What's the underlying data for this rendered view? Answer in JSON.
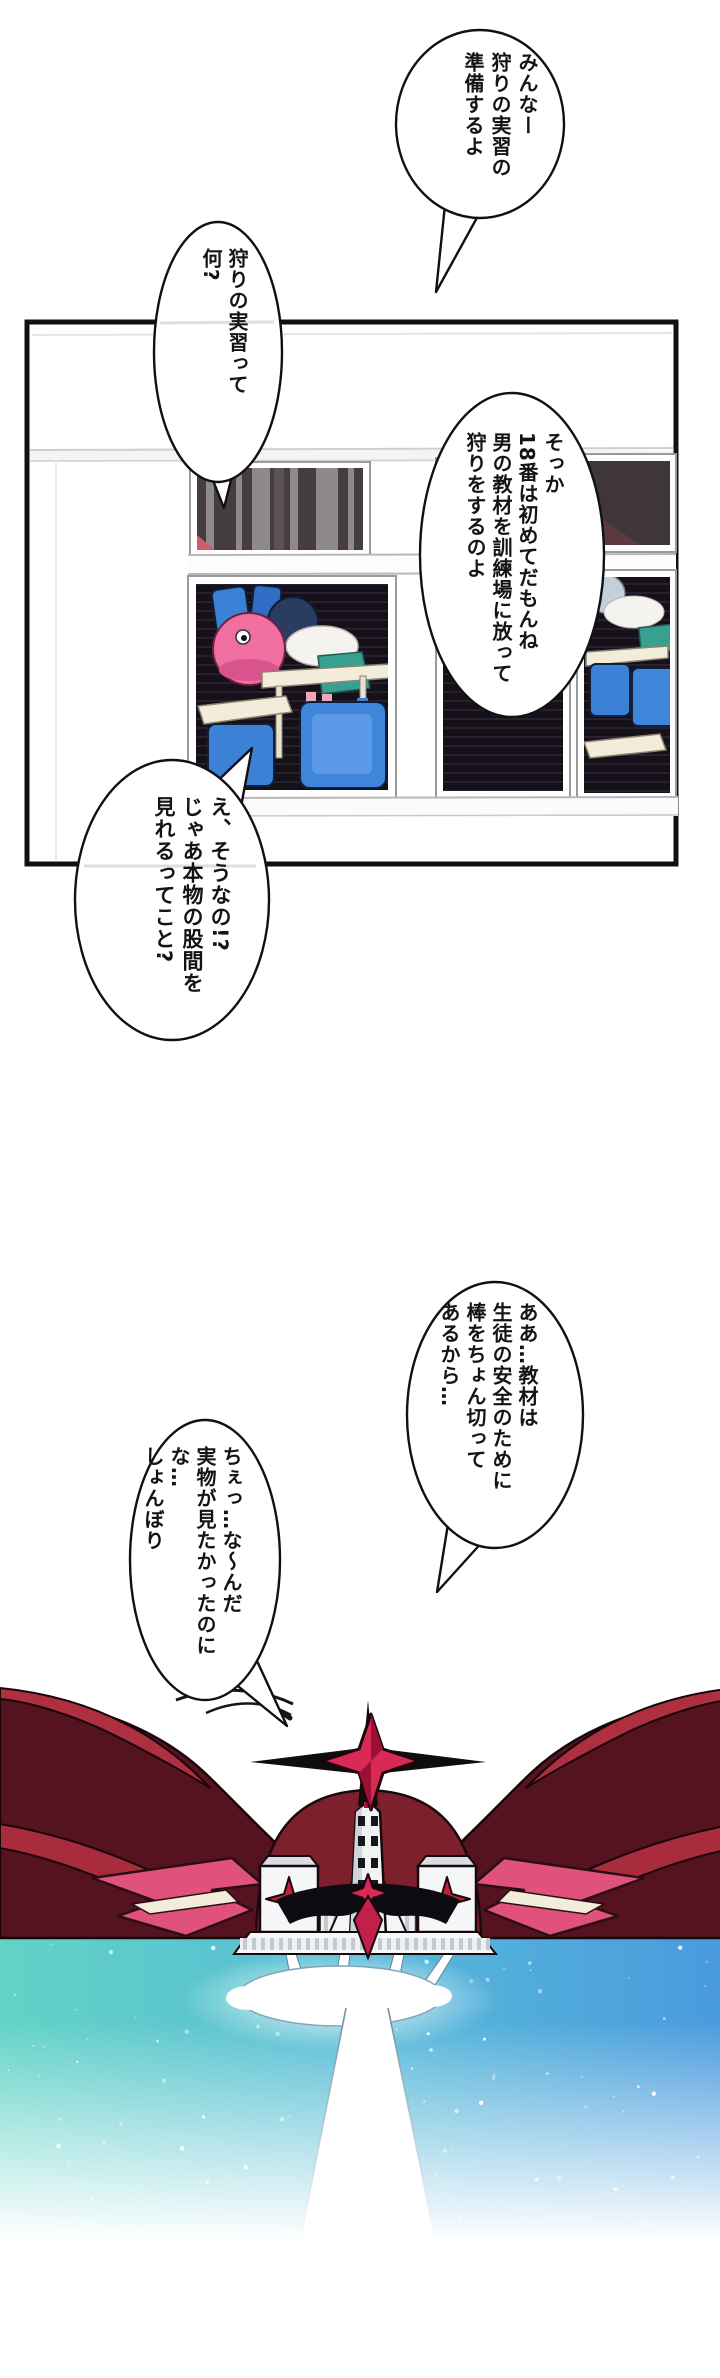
{
  "page": {
    "kind": "manga-page",
    "background": "#ffffff"
  },
  "bubbles": {
    "b1": {
      "text": "みんなー\n狩りの実習の\n準備するよ"
    },
    "b2": {
      "text": "狩りの実習って\n何?"
    },
    "b3": {
      "text": "そっか\n18番は初めてだもんね\n男の教材を訓練場に放って\n狩りをするのよ"
    },
    "b4": {
      "text": "え、そうなの!?\nじゃあ本物の股間を\n見れるってこと?"
    },
    "b5": {
      "text": "ああ…教材は\n生徒の安全のために\n棒をちょん切って\nあるから…"
    },
    "b6": {
      "text": "ちぇっ…な〜んだ\n実物が見たかったのにな…\nしょんぼり"
    }
  },
  "palette": {
    "outline": "#111111",
    "wing_red": "#ad2f40",
    "wing_dark": "#551320",
    "accent_pink": "#e0517c",
    "star_crimson": "#d92a55",
    "dome_maroon": "#7c212c",
    "water_teal": "#62d3c6",
    "water_blue": "#4a9ade",
    "chair_blue": "#3b82d6",
    "skirt_teal": "#37a08e",
    "creature_pink": "#f06fa0"
  }
}
